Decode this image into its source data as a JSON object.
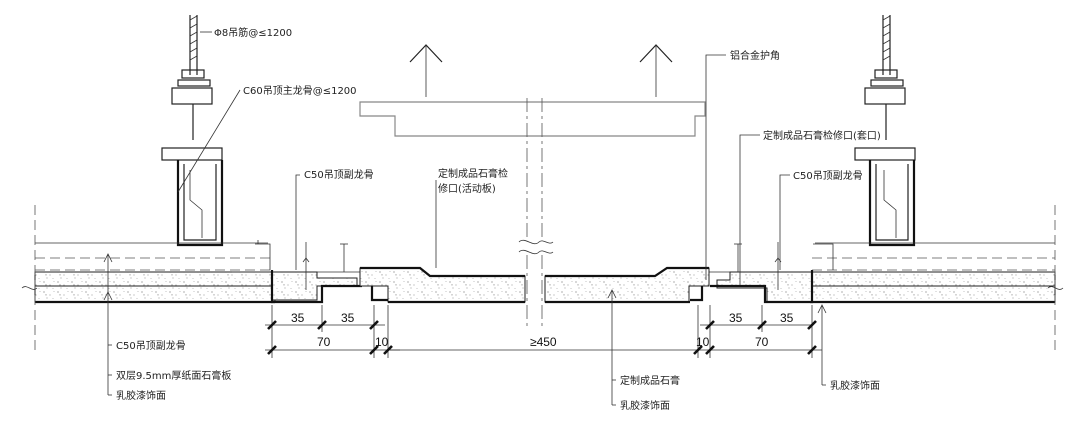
{
  "labels": {
    "rod": "Φ8吊筋@≤1200",
    "main_keel": "C60吊顶主龙骨@≤1200",
    "aux_keel_left": "C50吊顶副龙骨",
    "hatch_panel": "定制成品石膏检",
    "hatch_panel_line2": "修口(活动板)",
    "aluminum_corner": "铝合金护角",
    "hatch_frame": "定制成品石膏检修口(套口)",
    "aux_keel_right": "C50吊顶副龙骨",
    "aux_keel_bottom": "C50吊顶副龙骨",
    "double_board": "双层9.5mm厚纸面石膏板",
    "latex_paint_left": "乳胶漆饰面",
    "custom_gypsum": "定制成品石膏",
    "latex_paint_center": "乳胶漆饰面",
    "latex_paint_right": "乳胶漆饰面"
  },
  "dimensions": {
    "left_a": "35",
    "left_b": "35",
    "left_total": "70",
    "left_gap": "10",
    "opening": "≥450",
    "right_gap": "10",
    "right_a": "35",
    "right_b": "35",
    "right_total": "70"
  }
}
